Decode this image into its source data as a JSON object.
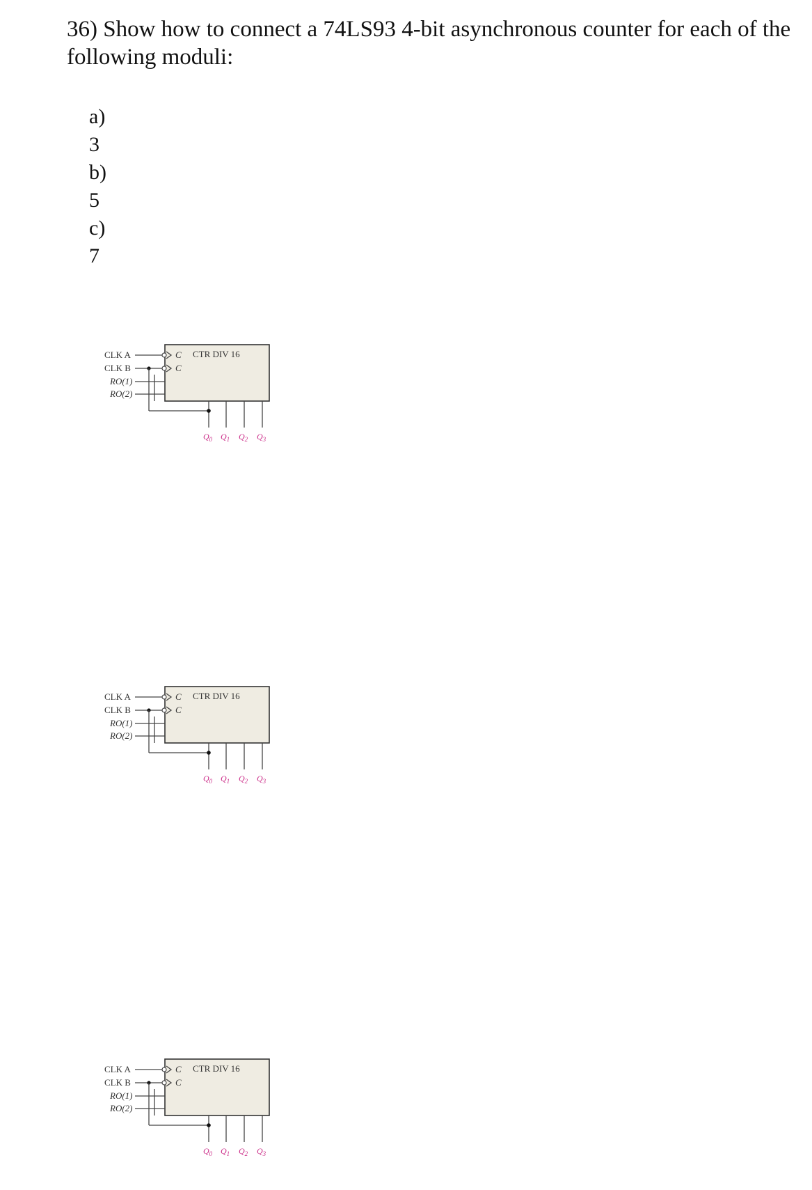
{
  "question": {
    "text": "36) Show how to connect a 74LS93 4-bit asynchronous counter for each of the following moduli:"
  },
  "options": [
    {
      "letter": "a)",
      "value": "3"
    },
    {
      "letter": "b)",
      "value": "5"
    },
    {
      "letter": "c)",
      "value": "7"
    }
  ],
  "diagram": {
    "title": "CTR DIV 16",
    "clock_symbol": "C",
    "inputs": [
      "CLK A",
      "CLK B",
      "RO(1)",
      "RO(2)"
    ],
    "outputs": [
      "Q0",
      "Q1",
      "Q2",
      "Q3"
    ]
  },
  "colors": {
    "output_label": "#cc2f8a",
    "box_fill": "#efece2"
  }
}
